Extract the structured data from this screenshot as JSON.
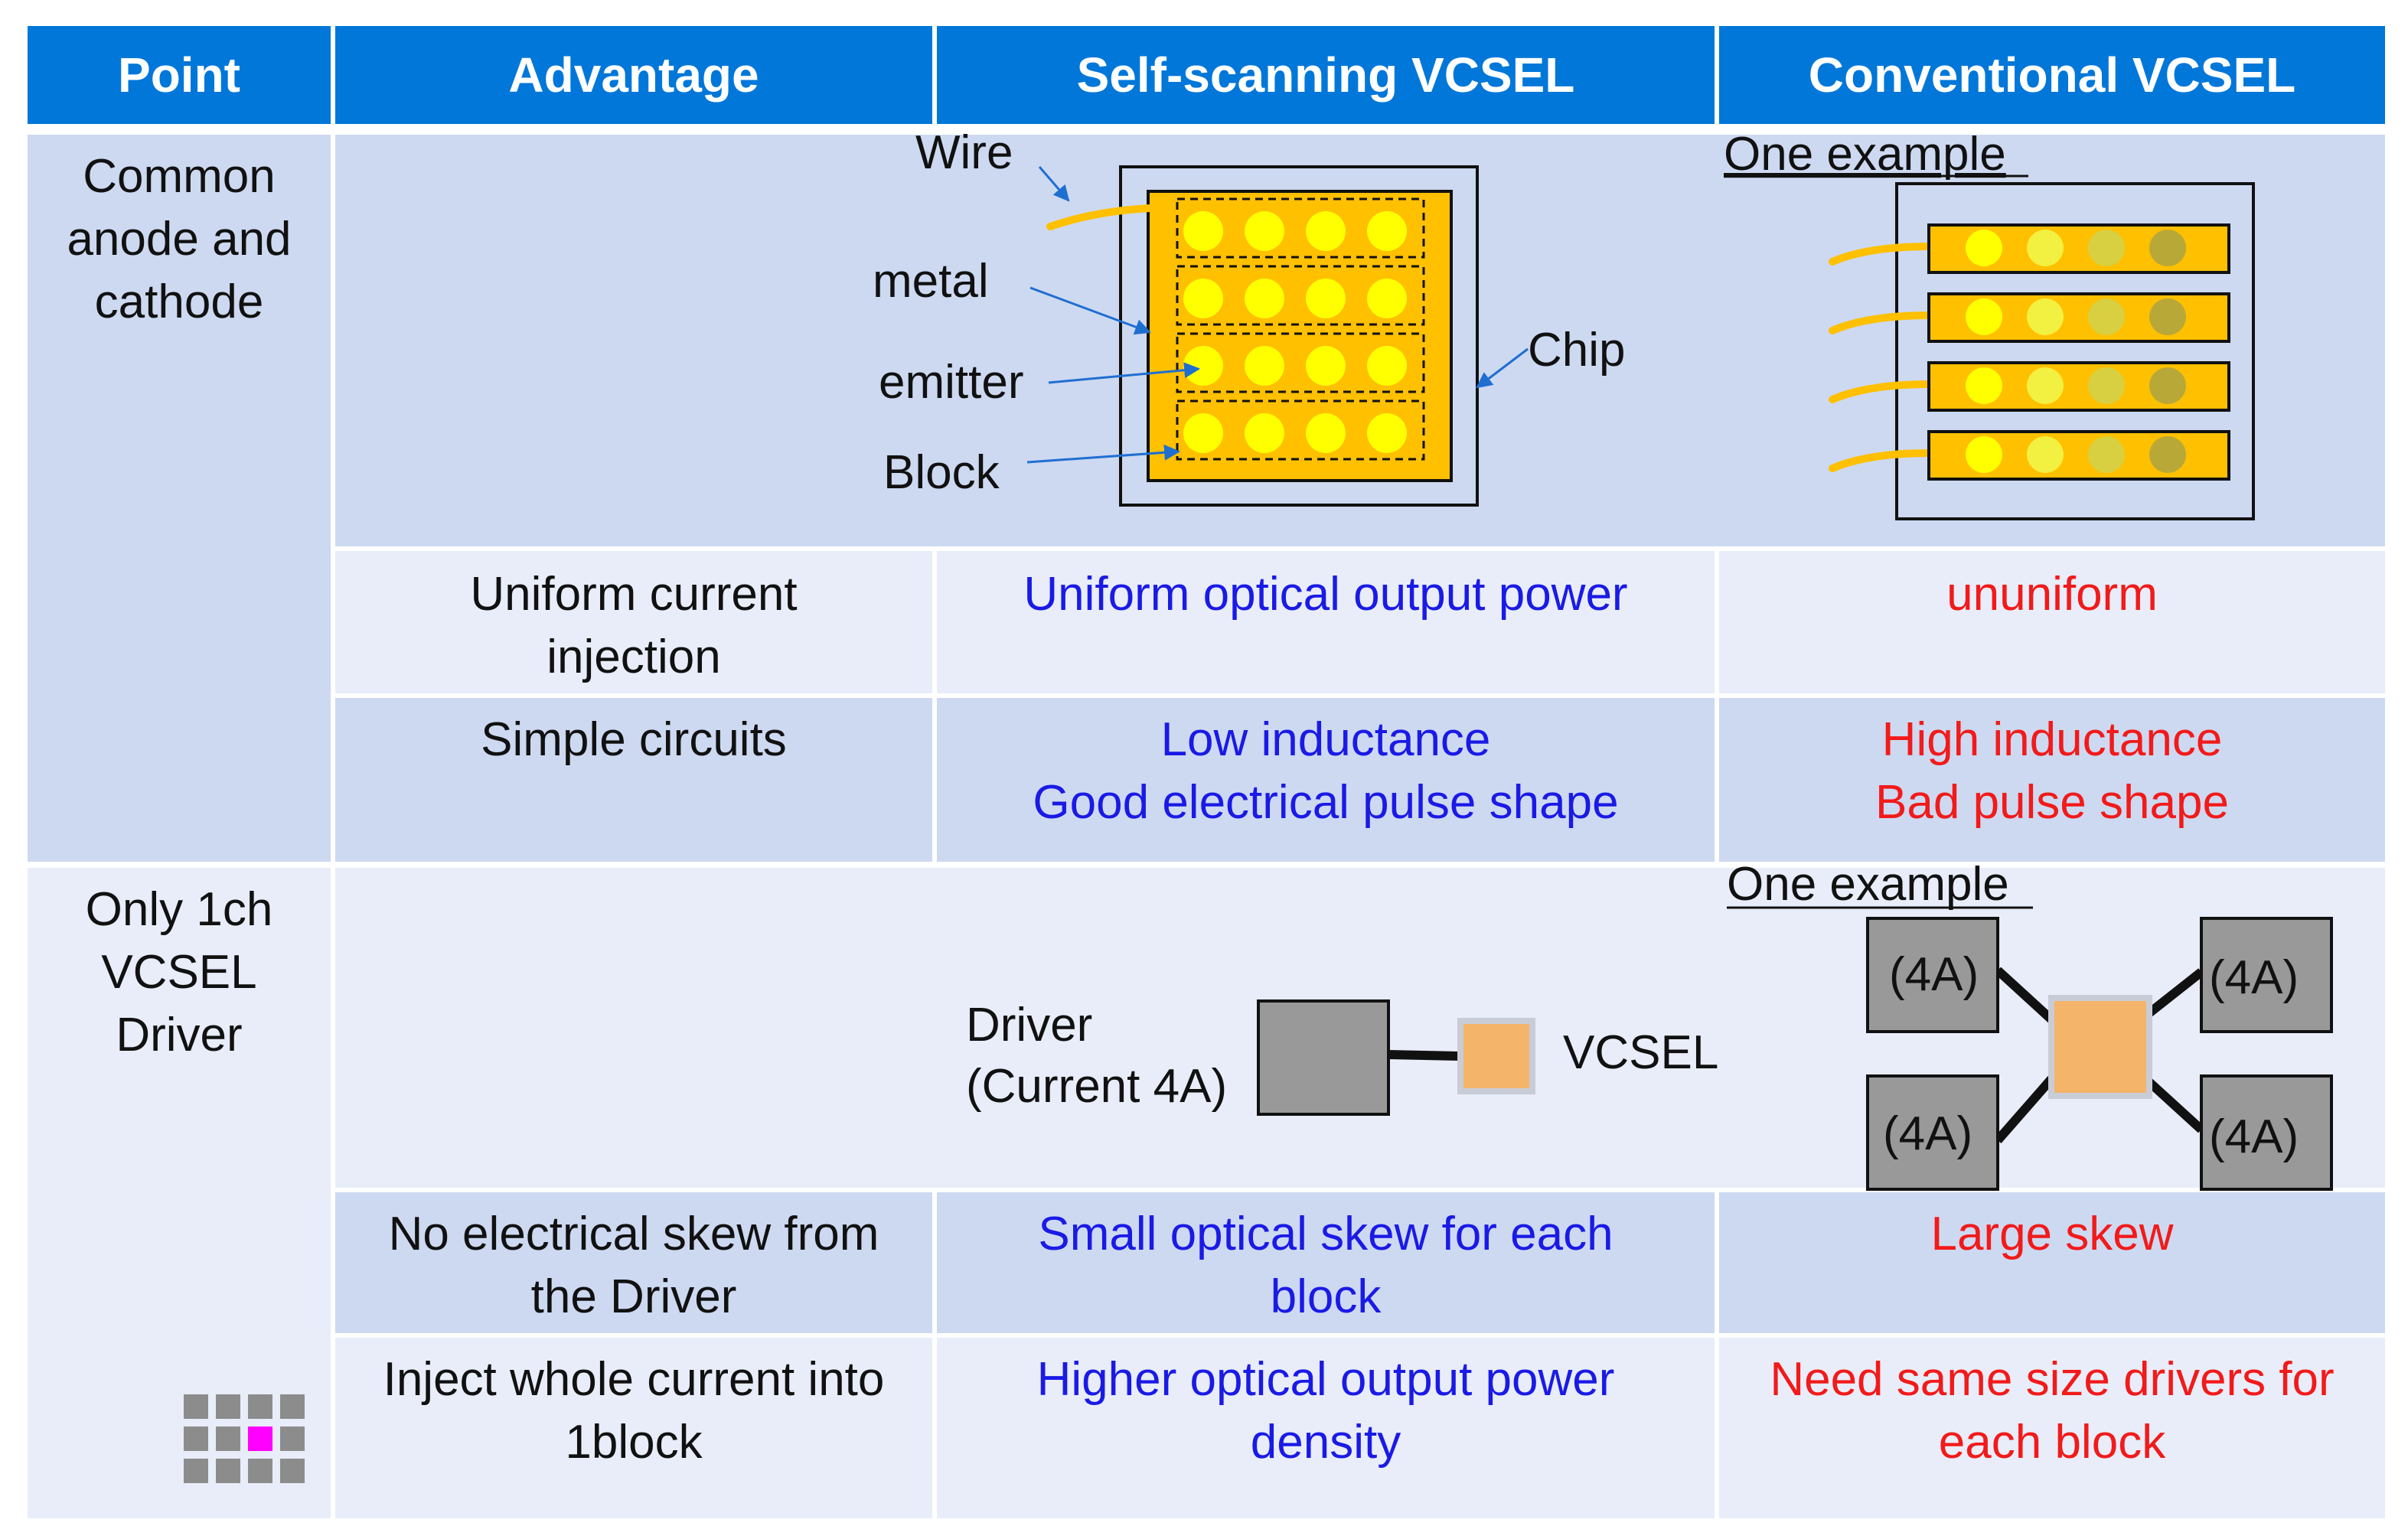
{
  "header": {
    "point": "Point",
    "advantage": "Advantage",
    "self_scanning": "Self-scanning VCSEL",
    "conventional": "Conventional VCSEL"
  },
  "group1": {
    "point_lines": [
      "Common",
      "anode and",
      "cathode"
    ],
    "diagram": {
      "labels": {
        "wire": "Wire",
        "metal": "metal",
        "emitter": "emitter",
        "block": "Block",
        "chip": "Chip"
      },
      "conventional_caption": "One example"
    },
    "rows": [
      {
        "advantage": [
          "Uniform current",
          "injection"
        ],
        "self": [
          "Uniform optical output power"
        ],
        "conv": [
          "ununiform"
        ]
      },
      {
        "advantage": [
          "Simple circuits"
        ],
        "self": [
          "Low inductance",
          "Good electrical pulse shape"
        ],
        "conv": [
          "High inductance",
          "Bad pulse shape"
        ]
      }
    ]
  },
  "group2": {
    "point_lines": [
      "Only 1ch",
      "VCSEL",
      "Driver"
    ],
    "diagram": {
      "driver_lines": [
        "Driver",
        "(Current 4A)"
      ],
      "vcsel_label": "VCSEL",
      "conventional_caption": "One example",
      "driver_currents": [
        "(4A)",
        "(4A)",
        "(4A)",
        "(4A)"
      ]
    },
    "rows": [
      {
        "advantage": [
          "No electrical skew from",
          "the Driver"
        ],
        "self": [
          "Small optical skew for each",
          "block"
        ],
        "conv": [
          "Large skew"
        ]
      },
      {
        "advantage": [
          "Inject whole current into",
          "1block"
        ],
        "self": [
          "Higher optical output power",
          "density"
        ],
        "conv": [
          "Need same size drivers for",
          "each block"
        ]
      }
    ]
  },
  "colors": {
    "header_bg": "#0077d9",
    "row_dark": "#cdd9f1",
    "row_light": "#e8edf9",
    "advantage_blue": "#1a1ae6",
    "disadvantage_red": "#f21a1a",
    "metal_orange": "#ffc000",
    "emitter_yellow": "#ffff00",
    "block_highlight": "#ff00ff"
  }
}
